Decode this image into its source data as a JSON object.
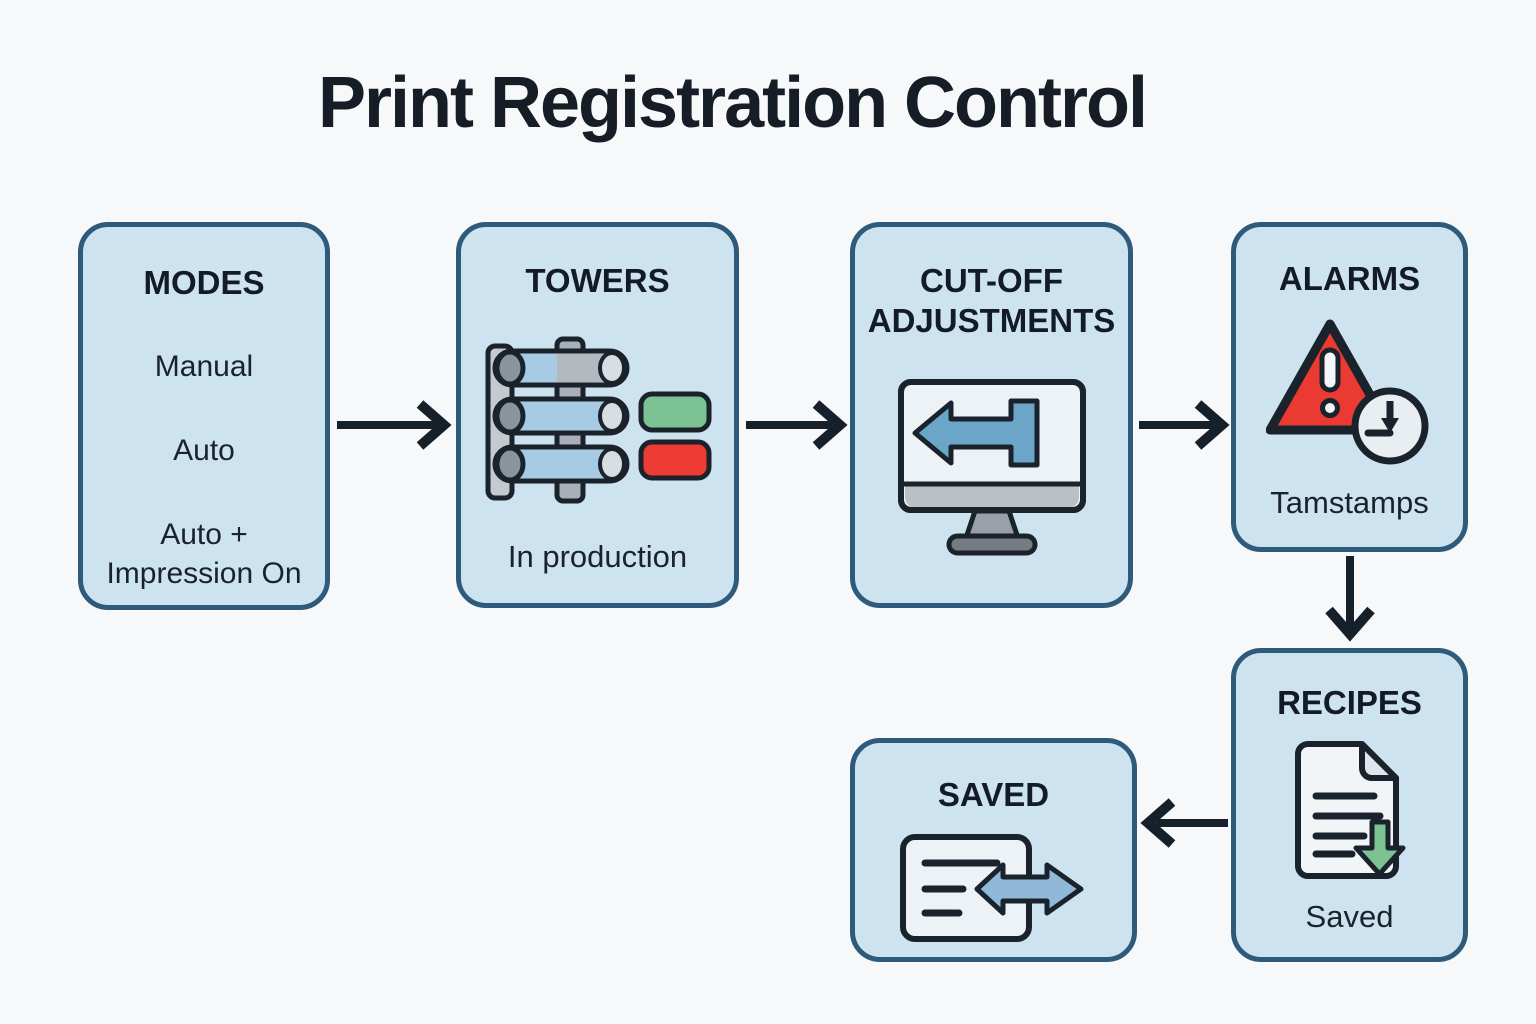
{
  "title": "Print Registration Control",
  "colors": {
    "background": "#f7f8f9",
    "box_fill": "#cee3f0",
    "box_border": "#2e5b7b",
    "text": "#16202b",
    "arrow": "#16202b",
    "status_green": "#7cc292",
    "status_red": "#ee3b33",
    "alarm_red": "#ea3a31",
    "accent_blue": "#6ba6c8",
    "accent_blue_light": "#8fb9d6"
  },
  "nodes": {
    "modes": {
      "title": "MODES",
      "items": [
        "Manual",
        "Auto",
        "Auto + Impression On"
      ]
    },
    "towers": {
      "title": "TOWERS",
      "caption": "In production",
      "icon": "press-towers-icon"
    },
    "cutoff": {
      "title": "CUT-OFF ADJUSTMENTS",
      "icon": "monitor-cutoff-arrow-icon"
    },
    "alarms": {
      "title": "ALARMS",
      "caption": "Tamstamps",
      "icon": "warning-clock-icon"
    },
    "recipes": {
      "title": "RECIPES",
      "caption": "Saved",
      "icon": "document-download-icon"
    },
    "saved": {
      "title": "SAVED",
      "icon": "card-transfer-icon"
    }
  },
  "flow": [
    "MODES -> TOWERS",
    "TOWERS -> CUT-OFF ADJUSTMENTS",
    "CUT-OFF ADJUSTMENTS -> ALARMS",
    "ALARMS -> RECIPES",
    "RECIPES -> SAVED"
  ]
}
